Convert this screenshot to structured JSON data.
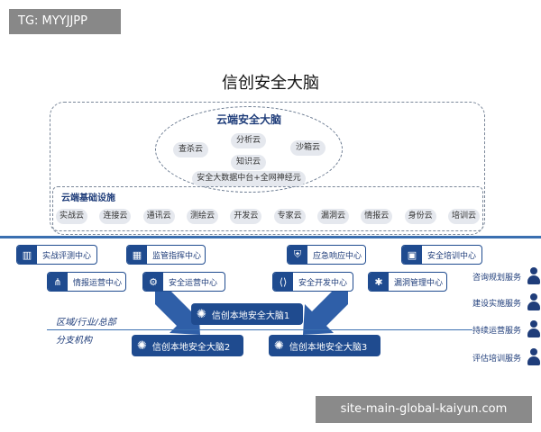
{
  "corner_tag": "TG: MYYJJPP",
  "watermark": "site-main-global-kaiyun.com",
  "title": "信创安全大脑",
  "cloud_security": {
    "title": "云端安全大脑",
    "items": [
      "分析云",
      "查杀云",
      "沙箱云",
      "知识云"
    ],
    "bottom": "安全大数据中台+全网神经元"
  },
  "infrastructure": {
    "title": "云端基础设施",
    "items": [
      "实战云",
      "连接云",
      "通讯云",
      "测绘云",
      "开发云",
      "专家云",
      "漏洞云",
      "情报云",
      "身份云",
      "培训云"
    ]
  },
  "centers": {
    "c1": "实战评测中心",
    "c2": "监管指挥中心",
    "c3": "应急响应中心",
    "c4": "安全培训中心",
    "c5": "情报运营中心",
    "c6": "安全运营中心",
    "c7": "安全开发中心",
    "c8": "漏洞管理中心"
  },
  "brains": {
    "b1": "信创本地安全大脑1",
    "b2": "信创本地安全大脑2",
    "b3": "信创本地安全大脑3"
  },
  "labels": {
    "region": "区域/行业/总部",
    "branch": "分支机构"
  },
  "services": [
    "咨询规划服务",
    "建设实施服务",
    "持续运营服务",
    "评估培训服务"
  ],
  "colors": {
    "primary": "#1f4b8f",
    "line": "#3a6fb0"
  }
}
